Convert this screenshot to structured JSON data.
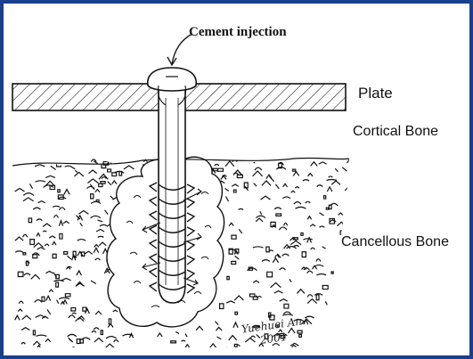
{
  "labels": {
    "cement_injection": "Cement injection",
    "plate": "Plate",
    "cortical_bone": "Cortical Bone",
    "cancellous_bone": "Cancellous Bone"
  },
  "signature": {
    "name": "Yuehuei An",
    "year": "2001"
  },
  "colors": {
    "frame": "#1a3f8c",
    "ink": "#111111",
    "paper": "#ffffff"
  }
}
